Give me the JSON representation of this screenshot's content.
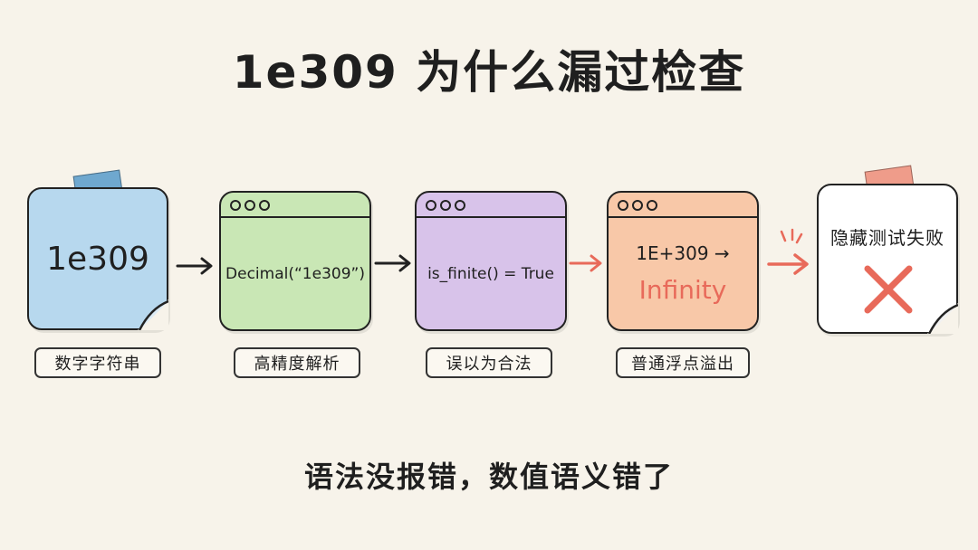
{
  "title": "1e309 为什么漏过检查",
  "steps": [
    {
      "content": "1e309",
      "label": "数字字符串",
      "color": "#b7d8ee"
    },
    {
      "content": "Decimal(“1e309”)",
      "label": "高精度解析",
      "color": "#c9e7b5"
    },
    {
      "content": "is_finite() = True",
      "label": "误以为合法",
      "color": "#d8c3ea"
    },
    {
      "content_line1": "1E+309 →",
      "content_line2": "Infinity",
      "label": "普通浮点溢出",
      "color": "#f8c8a8"
    },
    {
      "content": "隐藏测试失败",
      "icon": "x-mark-icon",
      "color": "#ffffff"
    }
  ],
  "footer": "语法没报错，数值语义错了",
  "colors": {
    "accent_red": "#e86a5a",
    "ink": "#1f1f1f",
    "background": "#f7f3ea"
  }
}
